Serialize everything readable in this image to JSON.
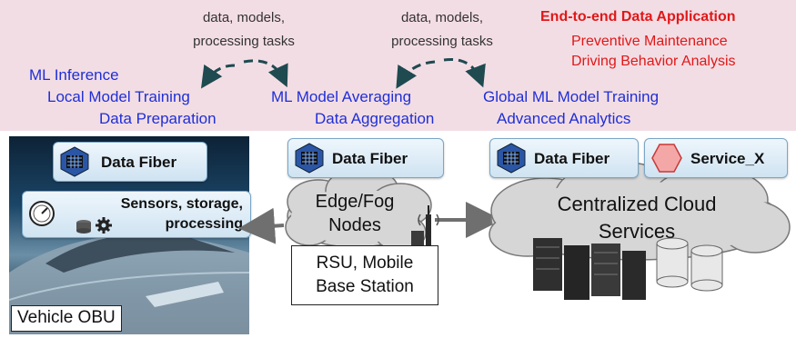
{
  "top": {
    "task_label_left": [
      "data, models,",
      "processing tasks"
    ],
    "task_label_right": [
      "data, models,",
      "processing tasks"
    ],
    "app_title": "End-to-end Data Application",
    "app_items": [
      "Preventive Maintenance",
      "Driving Behavior Analysis"
    ],
    "vehicle_tasks": [
      "ML Inference",
      "Local Model Training",
      "Data Preparation"
    ],
    "edge_tasks": [
      "ML Model Averaging",
      "Data Aggregation"
    ],
    "cloud_tasks": [
      "Global ML Model Training",
      "Advanced Analytics"
    ]
  },
  "vehicle": {
    "data_fiber": "Data Fiber",
    "sensors": [
      "Sensors, storage,",
      "processing"
    ],
    "label": "Vehicle OBU"
  },
  "edge": {
    "data_fiber": "Data Fiber",
    "cloud": [
      "Edge/Fog",
      "Nodes"
    ],
    "rsu": [
      "RSU, Mobile",
      "Base Station"
    ]
  },
  "cloud": {
    "data_fiber": "Data Fiber",
    "service": "Service_X",
    "label": [
      "Centralized Cloud",
      "Services"
    ]
  },
  "colors": {
    "banner": "#f3dde4",
    "task_text": "#1f2fd6",
    "app_text": "#e01818",
    "arrow": "#1e4a50"
  }
}
